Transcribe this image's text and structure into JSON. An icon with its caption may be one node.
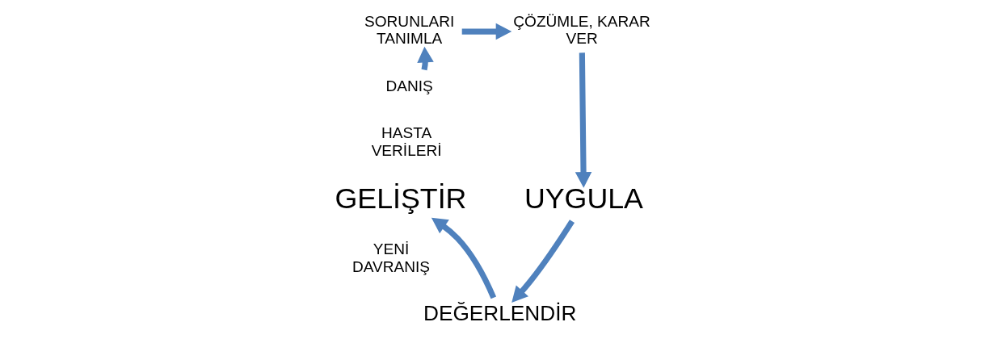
{
  "diagram": {
    "nodes": [
      {
        "text": [
          "SORUNLARI TANIMLA"
        ]
      },
      {
        "text": [
          "ÇÖZÜMLE, KARAR VER"
        ]
      },
      {
        "text": [
          "DANIŞ"
        ]
      },
      {
        "text": [
          "HASTA VERİLERİ"
        ]
      },
      {
        "text": [
          "GELİŞTİR"
        ]
      },
      {
        "text": [
          "UYGULA"
        ]
      },
      {
        "text": [
          "YENİ DAVRANIŞ"
        ]
      },
      {
        "text": [
          "DEĞERLENDİR"
        ]
      }
    ],
    "edges": [
      {
        "from": 2,
        "to": 0,
        "arrow": "to"
      },
      {
        "from": 0,
        "to": 1,
        "arrow": "to"
      },
      {
        "from": 1,
        "to": 5,
        "arrow": "to"
      },
      {
        "from": 5,
        "to": 7,
        "arrow": "to"
      },
      {
        "from": 7,
        "to": 4,
        "arrow": "to"
      }
    ]
  }
}
